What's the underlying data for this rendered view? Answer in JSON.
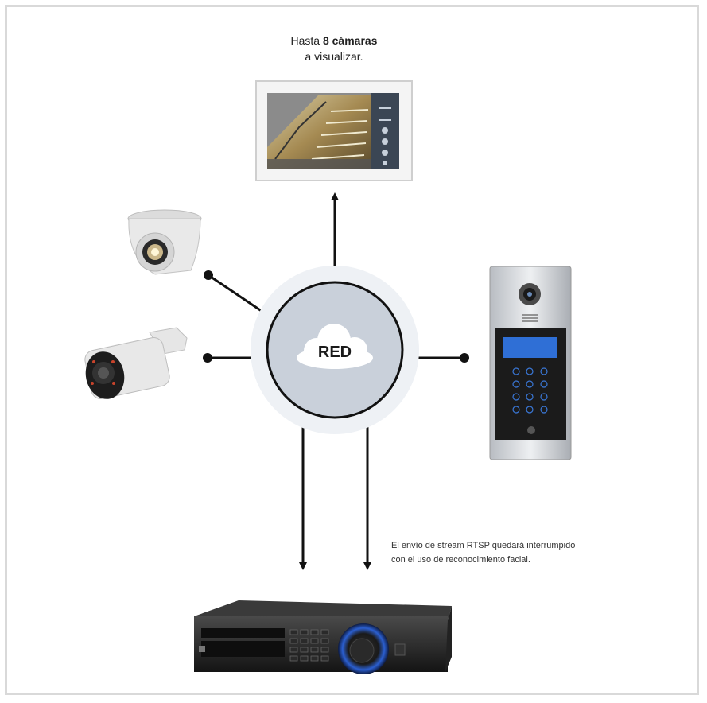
{
  "caption": {
    "line1_prefix": "Hasta ",
    "line1_bold": "8 cámaras",
    "line2": "a visualizar."
  },
  "network": {
    "label": "RED"
  },
  "note": {
    "line1": "El envío de stream RTSP quedará interrumpido",
    "line2": "con el uso de reconocimiento facial."
  },
  "colors": {
    "hub_halo": "#e8ecf2",
    "hub_circle": "#c6ced9",
    "line": "#111111",
    "device_dark": "#222222",
    "accent_blue": "#3a7bd5"
  },
  "icons": [
    "monitor-icon",
    "dome-camera-icon",
    "bullet-camera-icon",
    "door-panel-icon",
    "nvr-recorder-icon",
    "cloud-icon"
  ]
}
